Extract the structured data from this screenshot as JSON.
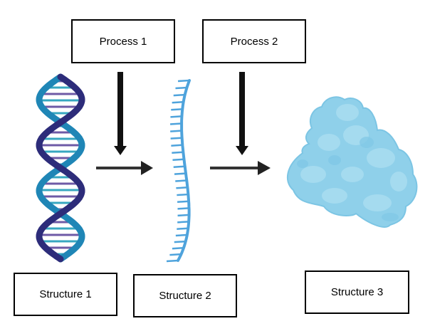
{
  "labels": {
    "process_1": "Process 1",
    "process_2": "Process 2",
    "structure_1": "Structure 1",
    "structure_2": "Structure 2",
    "structure_3": "Structure 3"
  },
  "illustrations": {
    "structure_1": "dna-double-helix",
    "structure_2": "single-strand-rna",
    "structure_3": "folded-protein-blob"
  },
  "colors": {
    "dna_dark_strand": "#2d2c7a",
    "dna_light_strand": "#1f86b6",
    "dna_rungs_teal": "#37a7c0",
    "dna_rungs_purple": "#6e5aa6",
    "rna_strand": "#4ea3dc",
    "protein_fill": "#8fd0ea",
    "arrow": "#111111"
  }
}
